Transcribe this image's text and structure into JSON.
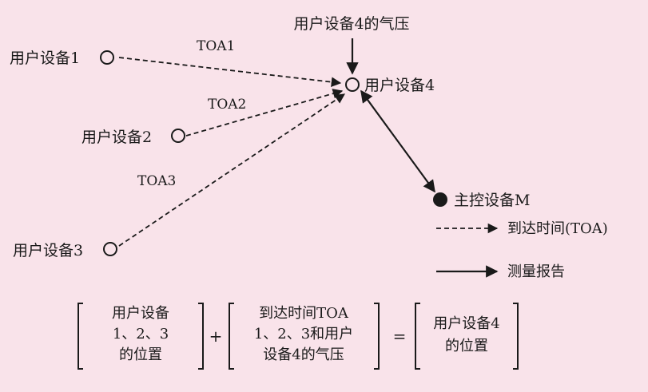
{
  "nodes": {
    "ue1": "用户设备1",
    "ue2": "用户设备2",
    "ue3": "用户设备3",
    "ue4": "用户设备4",
    "master": "主控设备M",
    "ue4_pressure": "用户设备4的气压"
  },
  "toa_labels": [
    "TOA1",
    "TOA2",
    "TOA3"
  ],
  "legend": {
    "dashed": "到达时间(TOA)",
    "solid": "测量报告"
  },
  "equation": {
    "left": [
      "用户设备",
      "1、2、3",
      "的位置"
    ],
    "plus": "+",
    "middle": [
      "到达时间TOA",
      "1、2、3和用户",
      "设备4的气压"
    ],
    "equals": "=",
    "right": [
      "用户设备4",
      "的位置"
    ]
  },
  "colors": {
    "background": "#f9e3ea",
    "ink": "#1a1a1a"
  }
}
